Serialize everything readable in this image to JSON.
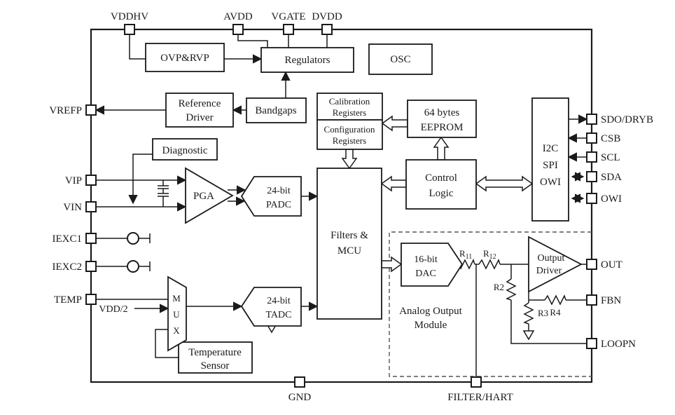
{
  "blocks": {
    "ovp": {
      "label": "OVP&RVP"
    },
    "regulators": {
      "label": "Regulators"
    },
    "osc": {
      "label": "OSC"
    },
    "reference_driver": {
      "line1": "Reference",
      "line2": "Driver"
    },
    "bandgaps": {
      "label": "Bandgaps"
    },
    "calibration_registers": {
      "line1": "Calibration",
      "line2": "Registers"
    },
    "configuration_registers": {
      "line1": "Configuration",
      "line2": "Registers"
    },
    "eeprom": {
      "line1": "64 bytes",
      "line2": "EEPROM"
    },
    "interface": {
      "line1": "I2C",
      "line2": "SPI",
      "line3": "OWI"
    },
    "diagnostic": {
      "label": "Diagnostic"
    },
    "pga": {
      "label": "PGA"
    },
    "padc": {
      "line1": "24-bit",
      "line2": "PADC"
    },
    "filters_mcu": {
      "line1": "Filters &",
      "line2": "MCU"
    },
    "control_logic": {
      "line1": "Control",
      "line2": "Logic"
    },
    "dac": {
      "line1": "16-bit",
      "line2": "DAC"
    },
    "output_driver": {
      "line1": "Output",
      "line2": "Driver"
    },
    "mux": {
      "line1": "M",
      "line2": "U",
      "line3": "X"
    },
    "tadc": {
      "line1": "24-bit",
      "line2": "TADC"
    },
    "temperature_sensor": {
      "line1": "Temperature",
      "line2": "Sensor"
    },
    "analog_output_module": {
      "line1": "Analog Output",
      "line2": "Module"
    },
    "vdd_half": {
      "label": "VDD/2"
    }
  },
  "resistors": {
    "r11": {
      "name": "R",
      "sub": "11"
    },
    "r12": {
      "name": "R",
      "sub": "12"
    },
    "r2": {
      "label": "R2"
    },
    "r3": {
      "label": "R3"
    },
    "r4": {
      "label": "R4"
    }
  },
  "pins": {
    "top": [
      {
        "label": "VDDHV"
      },
      {
        "label": "AVDD"
      },
      {
        "label": "VGATE"
      },
      {
        "label": "DVDD"
      }
    ],
    "left": [
      {
        "label": "VREFP"
      },
      {
        "label": "VIP"
      },
      {
        "label": "VIN"
      },
      {
        "label": "IEXC1"
      },
      {
        "label": "IEXC2"
      },
      {
        "label": "TEMP"
      }
    ],
    "right": [
      {
        "label": "SDO/DRYB"
      },
      {
        "label": "CSB"
      },
      {
        "label": "SCL"
      },
      {
        "label": "SDA"
      },
      {
        "label": "OWI"
      },
      {
        "label": "OUT"
      },
      {
        "label": "FBN"
      },
      {
        "label": "LOOPN"
      }
    ],
    "bottom": [
      {
        "label": "GND"
      },
      {
        "label": "FILTER/HART"
      }
    ]
  },
  "colors": {
    "line": "#1a1a1a",
    "background": "#ffffff"
  }
}
